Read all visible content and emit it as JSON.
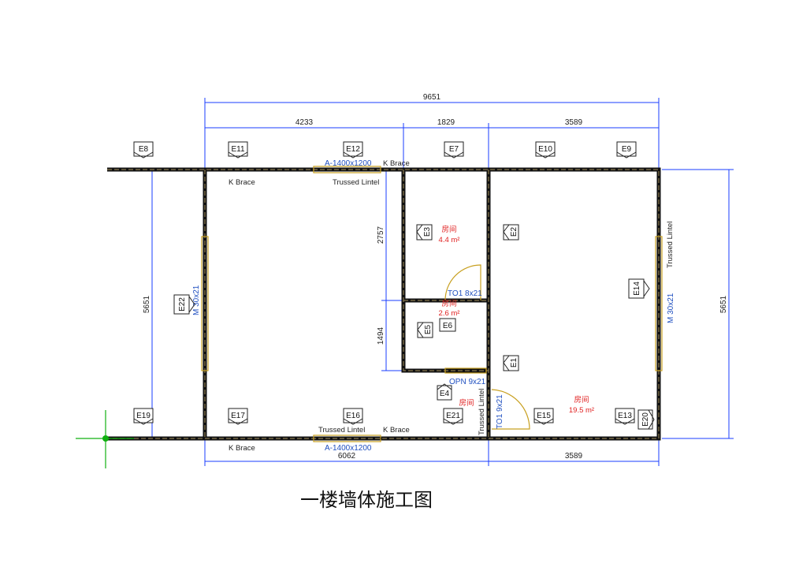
{
  "title": "一楼墙体施工图",
  "dimensions": {
    "overall_top": "9651",
    "top_segments": [
      "4233",
      "1829",
      "3589"
    ],
    "bottom_segments": [
      "6062",
      "3589"
    ],
    "left_height": "5651",
    "right_height": "5651",
    "inner_vertical": [
      "2757",
      "1494"
    ]
  },
  "tags": {
    "E8": "E8",
    "E11": "E11",
    "E12": "E12",
    "E7": "E7",
    "E10": "E10",
    "E9": "E9",
    "E3": "E3",
    "E2": "E2",
    "E14": "E14",
    "E22": "E22",
    "E5": "E5",
    "E6": "E6",
    "E1": "E1",
    "E4": "E4",
    "E21": "E21",
    "E19": "E19",
    "E17": "E17",
    "E16": "E16",
    "E15": "E15",
    "E13": "E13",
    "E20": "E20"
  },
  "openings": {
    "top_window": "A-1400x1200",
    "bottom_window": "A-1400x1200",
    "left_door": "M 30x21",
    "right_door": "M 30x21",
    "door_to1_a": "TO1 8x21",
    "door_opn": "OPN 9x21",
    "door_to1_b": "TO1 9x21"
  },
  "notes": {
    "k_brace": "K Brace",
    "trussed_lintel": "Trussed Lintel"
  },
  "rooms": [
    {
      "name": "房间",
      "area": "4.4 m²"
    },
    {
      "name": "房间",
      "area": "2.6 m²"
    },
    {
      "name": "房间",
      "area": ""
    },
    {
      "name": "房间",
      "area": "19.5 m²"
    }
  ],
  "colors": {
    "dimension": "#1a3cff",
    "room_label": "#e02020",
    "opening_label": "#2050c0",
    "window": "#c8a020"
  }
}
